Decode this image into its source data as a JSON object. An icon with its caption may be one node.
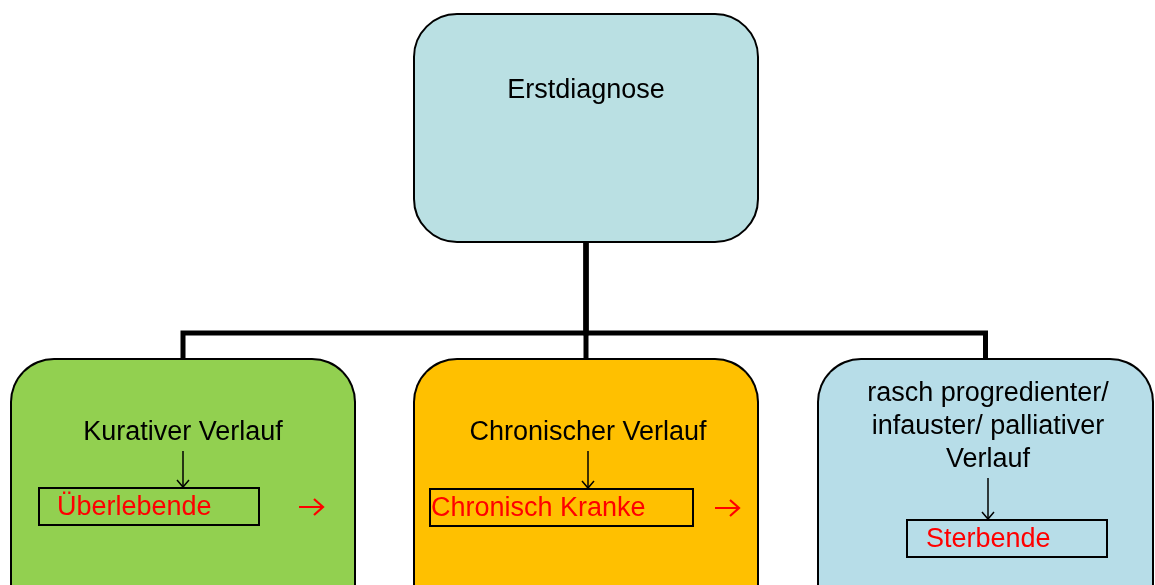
{
  "diagram": {
    "nodes": [
      {
        "text": [
          "Erstdiagnose"
        ]
      },
      {
        "text": [],
        "shape": "box"
      },
      {
        "text": [
          "Kurativer Verlauf"
        ],
        "in": 1
      },
      {
        "text": [
          "Überlebende"
        ],
        "in": 1
      },
      {
        "text": [],
        "shape": "box"
      },
      {
        "text": [
          "Chronischer Verlauf"
        ],
        "in": 4
      },
      {
        "text": [
          "Chronisch Kranke"
        ],
        "in": 4
      },
      {
        "text": [],
        "shape": "box"
      },
      {
        "text": [
          "rasch progredienter/ infauster/ palliativer Verlauf"
        ],
        "in": 7
      },
      {
        "text": [
          "Sterbende"
        ],
        "in": 7
      }
    ],
    "edges": [
      {
        "from": 0,
        "to": 1,
        "arrow": "none",
        "style": "thick"
      },
      {
        "from": 0,
        "to": 4,
        "arrow": "none",
        "style": "thick"
      },
      {
        "from": 0,
        "to": 7,
        "arrow": "none",
        "style": "thick"
      },
      {
        "from": 2,
        "to": 3,
        "arrow": "to"
      },
      {
        "from": 5,
        "to": 6,
        "arrow": "to"
      },
      {
        "from": 8,
        "to": 9,
        "arrow": "to"
      }
    ]
  }
}
